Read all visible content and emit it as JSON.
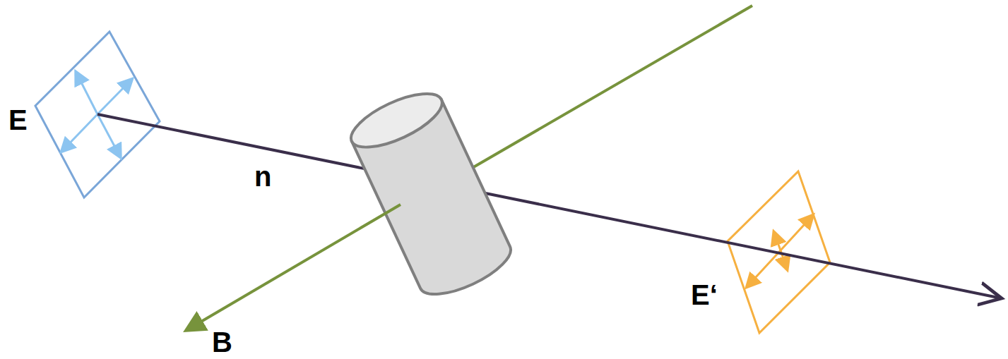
{
  "diagram": {
    "labels": [
      "E",
      "n",
      "B",
      "E‘"
    ]
  }
}
